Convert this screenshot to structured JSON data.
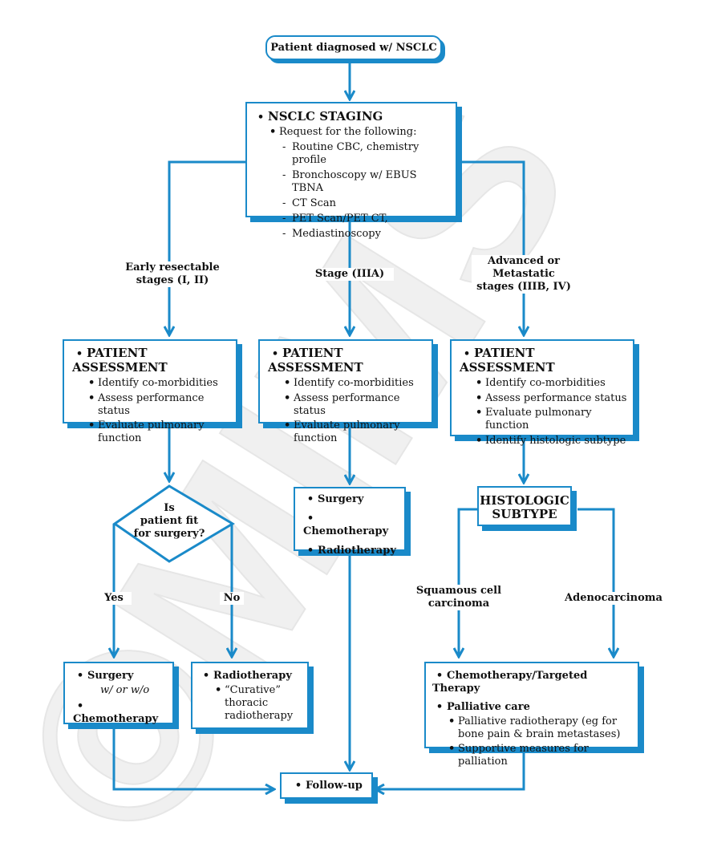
{
  "watermark": "©MIMS",
  "start": "Patient diagnosed w/ NSCLC",
  "staging": {
    "title": "NSCLC STAGING",
    "request": "Request for the following:",
    "items": [
      "Routine CBC, chemistry profile",
      "Bronchoscopy w/ EBUS TBNA",
      "CT Scan",
      "PET Scan/PET CT,",
      "Mediastinoscopy"
    ]
  },
  "branches": {
    "early_line1": "Early resectable",
    "early_line2": "stages (I, II)",
    "stage3a": "Stage (IIIA)",
    "adv_line1": "Advanced or",
    "adv_line2": "Metastatic",
    "adv_line3": "stages (IIIB, IV)"
  },
  "assessment_left": {
    "title": "PATIENT ASSESSMENT",
    "items": [
      "Identify co-morbidities",
      "Assess performance status",
      "Evaluate pulmonary",
      "function"
    ]
  },
  "assessment_mid": {
    "title": "PATIENT ASSESSMENT",
    "items": [
      "Identify co-morbidities",
      "Assess performance status",
      "Evaluate pulmonary",
      "function"
    ]
  },
  "assessment_right": {
    "title": "PATIENT ASSESSMENT",
    "items": [
      "Identify co-morbidities",
      "Assess performance status",
      "Evaluate pulmonary",
      "function",
      "Identify histologic subtype"
    ]
  },
  "decision": {
    "line1": "Is",
    "line2": "patient fit",
    "line3": "for surgery?"
  },
  "yes": "Yes",
  "no": "No",
  "mid_treatment": [
    "Surgery",
    "Chemotherapy",
    "Radiotherapy"
  ],
  "histologic": {
    "line1": "HISTOLOGIC",
    "line2": "SUBTYPE"
  },
  "squamous_line1": "Squamous cell",
  "squamous_line2": "carcinoma",
  "adeno": "Adenocarcinoma",
  "surgery_box": {
    "surgery": "Surgery",
    "with": "w/ or w/o",
    "chemo": "Chemotherapy"
  },
  "radio_box": {
    "title": "Radiotherapy",
    "line1": "“Curative”",
    "line2": "thoracic",
    "line3": "radiotherapy"
  },
  "right_treatment": {
    "chemo": "Chemotherapy/Targeted Therapy",
    "palliative": "Palliative care",
    "sub1a": "Palliative radiotherapy (eg for",
    "sub1b": "bone pain & brain metastases)",
    "sub2": "Supportive measures for palliation"
  },
  "followup": "Follow-up",
  "colors": {
    "accent": "#1a8ac9"
  }
}
